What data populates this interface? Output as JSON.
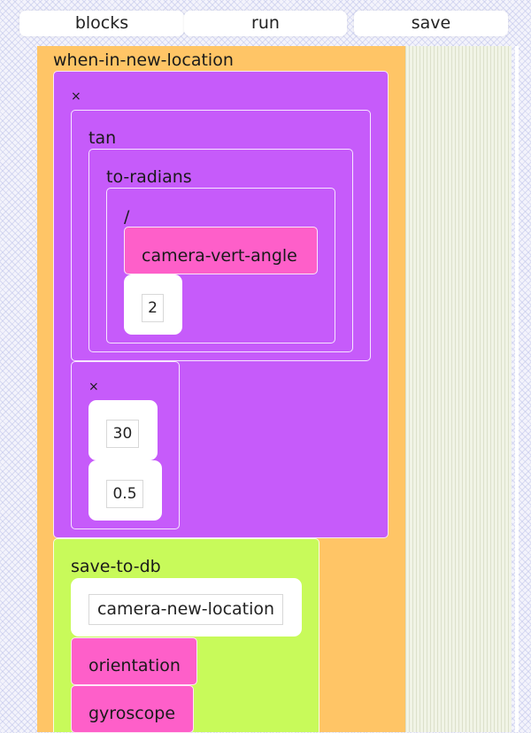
{
  "toolbar": {
    "blocks_label": "blocks",
    "run_label": "run",
    "save_label": "save"
  },
  "script": {
    "event_label": "when-in-new-location",
    "multiply_outer_label": "×",
    "tan_label": "tan",
    "to_radians_label": "to-radians",
    "divide_label": "/",
    "camera_vert_angle_label": "camera-vert-angle",
    "divisor_value": "2",
    "multiply_inner_label": "×",
    "factor_a_value": "30",
    "factor_b_value": "0.5",
    "save_to_db_label": "save-to-db",
    "location_name_value": "camera-new-location",
    "orientation_label": "orientation",
    "gyroscope_label": "gyroscope"
  },
  "colors": {
    "event_block": "#ffc566",
    "math_block": "#c65bfa",
    "sensor_block": "#fe5fc9",
    "action_block": "#c8fa5a"
  }
}
